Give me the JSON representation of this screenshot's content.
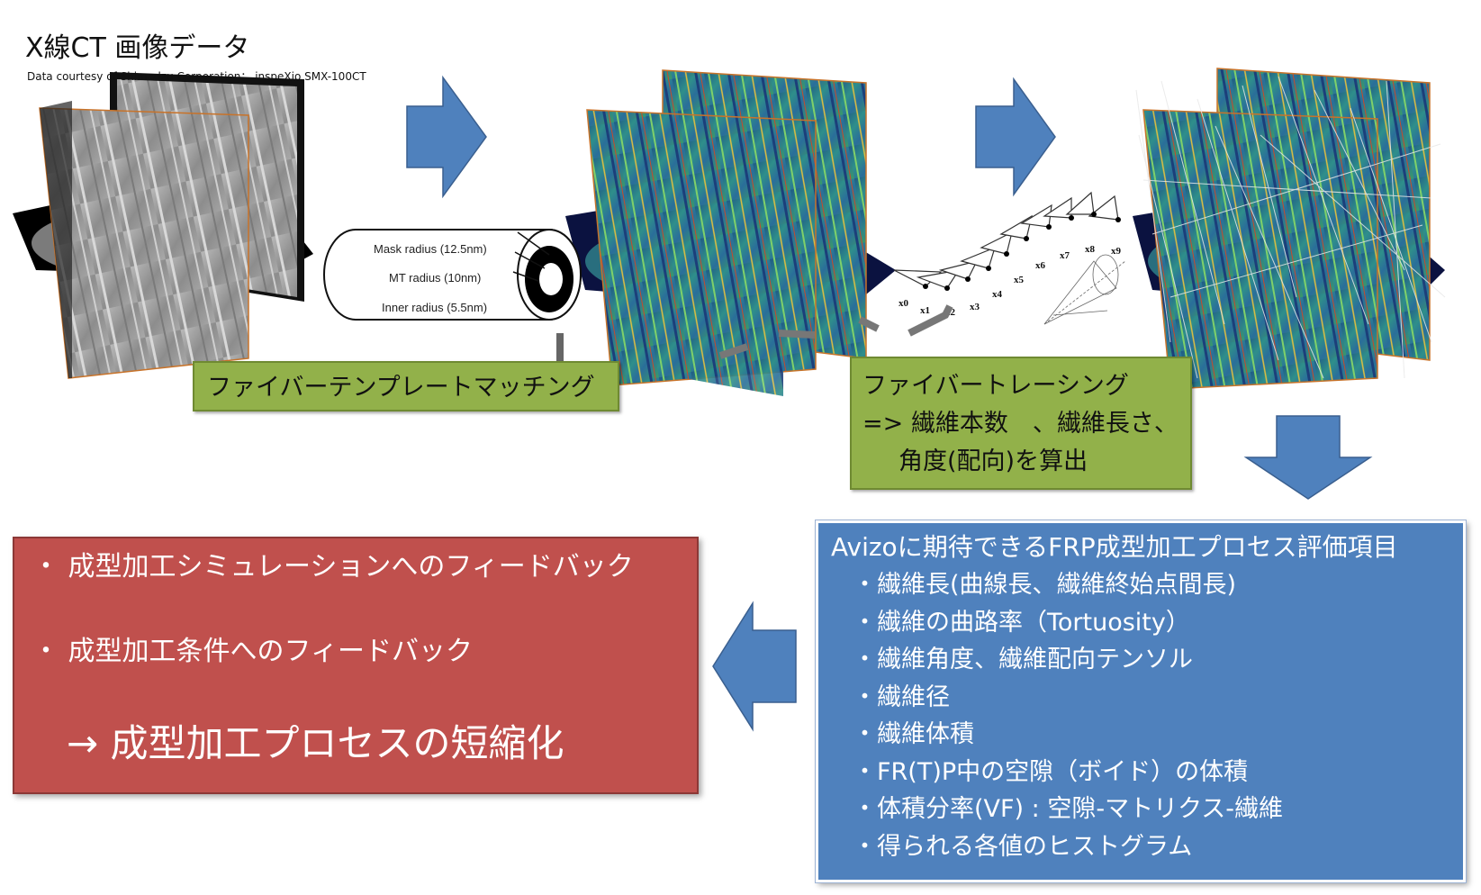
{
  "header": {
    "title": "X線CT 画像データ",
    "credit": "Data courtesy of Shimadzu Corporation： inspeXio SMX-100CT"
  },
  "template_diagram": {
    "labels": [
      "Mask radius (12.5nm)",
      "MT radius (10nm)",
      "Inner radius (5.5nm)"
    ]
  },
  "tracing_diagram": {
    "nodes": [
      "x0",
      "x1",
      "x2",
      "x3",
      "x4",
      "x5",
      "x6",
      "x7",
      "x8",
      "x9"
    ]
  },
  "steps": {
    "matching": "ファイバーテンプレートマッチング",
    "tracing": {
      "line1": "ファイバートレーシング",
      "line2": "=> 繊維本数　、繊維長さ、",
      "line3": "角度(配向)を算出"
    }
  },
  "evaluation": {
    "heading": "Avizoに期待できるFRP成型加工プロセス評価項目",
    "items": [
      "繊維長(曲線長、繊維終始点間長)",
      "繊維の曲路率（Tortuosity）",
      "繊維角度、繊維配向テンソル",
      "繊維径",
      "繊維体積",
      "FR(T)P中の空隙（ボイド）の体積",
      "体積分率(VF) : 空隙-マトリクス-繊維",
      "得られる各値のヒストグラム"
    ]
  },
  "feedback": {
    "items": [
      "成型加工シミュレーションへのフィードバック",
      "成型加工条件へのフィードバック"
    ],
    "conclusion": "→ 成型加工プロセスの短縮化"
  },
  "colors": {
    "arrow": "#4f81bd",
    "green_box": "#92b14a",
    "blue_box": "#4f81bd",
    "red_box": "#c0504d"
  }
}
